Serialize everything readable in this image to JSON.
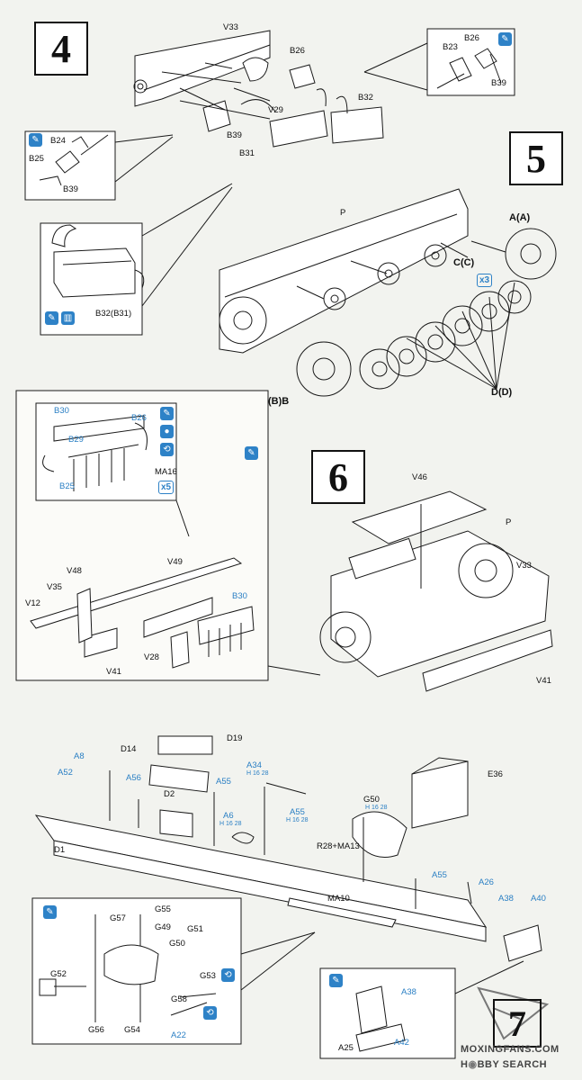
{
  "steps": {
    "s4": "4",
    "s5": "5",
    "s6": "6",
    "s7": "7"
  },
  "step4": {
    "main": [
      "V33",
      "B26",
      "V29",
      "B39",
      "B32",
      "B31"
    ],
    "inset_right": [
      "B23",
      "B26",
      "B39"
    ],
    "inset_left": [
      "B24",
      "B25",
      "B39"
    ],
    "inset_plate": "B32(B31)"
  },
  "step5": {
    "p": "P",
    "aa": "A(A)",
    "cc": "C(C)",
    "cc_qty": "x3",
    "bb": "(B)B",
    "dd": "D(D)"
  },
  "step6_inset": {
    "top": [
      "B30",
      "B26",
      "B29",
      "B25",
      "MA16"
    ],
    "ma16_qty": "x5",
    "bottom": [
      "V48",
      "V49",
      "V35",
      "V12",
      "B30",
      "V28",
      "V41"
    ]
  },
  "step6": {
    "v46": "V46",
    "p": "P",
    "v33": "V33",
    "v41": "V41"
  },
  "step7": {
    "main": [
      "D19",
      "D14",
      "A8",
      "A52",
      "A56",
      "D2",
      "A55",
      "A34",
      "A6",
      "A55",
      "D1",
      "R28+MA13",
      "G50",
      "E36",
      "A55",
      "MA10",
      "A26",
      "A38",
      "A40"
    ],
    "gauges": [
      "H 16 28",
      "H 16 28",
      "H 16 28",
      "H 16 28"
    ],
    "inset_left": [
      "G57",
      "G55",
      "G49",
      "G51",
      "G50",
      "G52",
      "G53",
      "G58",
      "A22",
      "G56",
      "G54"
    ],
    "inset_right": [
      "A38",
      "A25",
      "A42"
    ]
  },
  "watermark": {
    "line1": "MOXINGFANS.COM",
    "line2a": "H",
    "line2b": "BBY SEARCH"
  },
  "colors": {
    "line": "#1a1a1a",
    "accent": "#2e82c7",
    "paper": "#f2f3ef"
  }
}
